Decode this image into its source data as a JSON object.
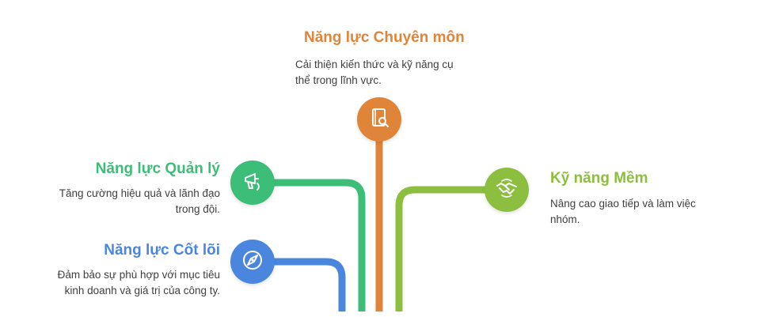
{
  "colors": {
    "chuyen_mon": "#E0843A",
    "quan_ly": "#3DBE78",
    "cot_loi": "#4A86DE",
    "ky_nang_mem": "#8CBF3F"
  },
  "branches": {
    "chuyen_mon": {
      "title": "Năng lực Chuyên môn",
      "desc_line1": "Cải thiện kiến thức và kỹ năng cụ",
      "desc_line2": "thể trong lĩnh vực.",
      "icon": "book-search-icon"
    },
    "quan_ly": {
      "title": "Năng lực Quản lý",
      "desc_line1": "Tăng cường hiệu quả và lãnh đạo",
      "desc_line2": "trong đội.",
      "icon": "megaphone-icon"
    },
    "cot_loi": {
      "title": "Năng lực Cốt lõi",
      "desc_line1": "Đảm bảo sự phù hợp với mục tiêu",
      "desc_line2": "kinh doanh và giá trị của công ty.",
      "icon": "compass-icon"
    },
    "ky_nang_mem": {
      "title": "Kỹ năng Mềm",
      "desc_line1": "Nâng cao giao tiếp và làm việc",
      "desc_line2": "nhóm.",
      "icon": "handshake-icon"
    }
  }
}
